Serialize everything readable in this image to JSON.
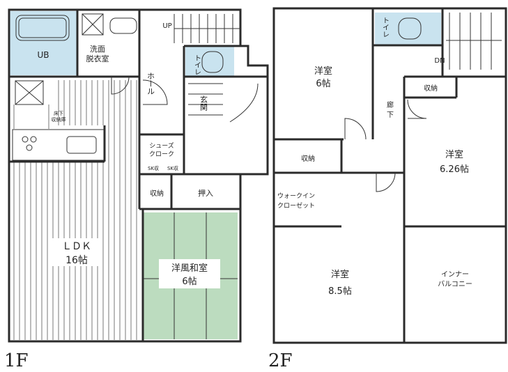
{
  "floor_1": {
    "label": "1F",
    "rooms": {
      "ub": "UB",
      "washroom_line1": "洗面",
      "washroom_line2": "脱衣室",
      "ldk_line1": "ＬＤＫ",
      "ldk_line2": "16帖",
      "hall": "ホール",
      "toilet": "トイレ",
      "entrance": "玄関",
      "shoes_line1": "シューズ",
      "shoes_line2": "クローク",
      "shoes_small_1": "SK収",
      "shoes_small_2": "SK収",
      "storage": "収納",
      "oshiire": "押入",
      "washitsu_line1": "洋風和室",
      "washitsu_line2": "6帖",
      "underfloor_line1": "床下",
      "underfloor_line2": "収納庫"
    },
    "stair_up": "UP"
  },
  "floor_2": {
    "label": "2F",
    "rooms": {
      "western_a_line1": "洋室",
      "western_a_line2": "6帖",
      "toilet": "トイレ",
      "corridor_line1": "廊",
      "corridor_line2": "下",
      "storage_left": "収納",
      "storage_right": "収納",
      "western_b_line1": "洋室",
      "western_b_line2": "6.26帖",
      "walkin_line1": "ウォークイン",
      "walkin_line2": "クローゼット",
      "western_c_line1": "洋室",
      "western_c_line2": "8.5帖",
      "balcony_line1": "インナー",
      "balcony_line2": "バルコニー"
    },
    "stair_down": "DN"
  },
  "colors": {
    "wet_area": "#c9e3ef",
    "tatami": "#bcdcbf",
    "wall": "#2b2b2b"
  }
}
